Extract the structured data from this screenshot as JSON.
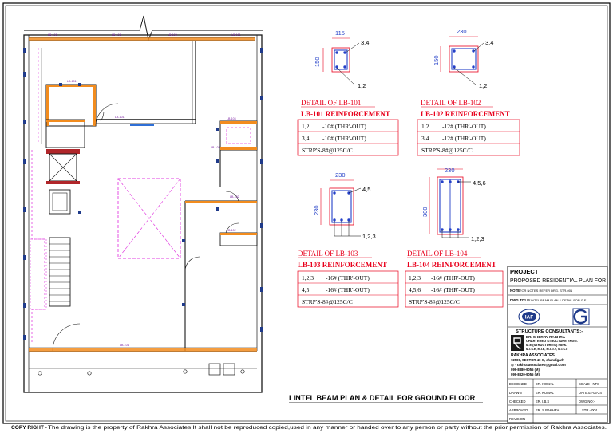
{
  "plan": {
    "beam_labels": [
      "LB-101",
      "LB-101",
      "LB-103",
      "LB-101",
      "LB-101",
      "LB-101",
      "LB-103",
      "LB-103",
      "LB-102",
      "LB-102",
      "LB-101"
    ],
    "title": "LINTEL BEAM PLAN & DETAIL FOR GROUND FLOOR"
  },
  "details": [
    {
      "id": "lb101",
      "title": "DETAIL OF LB-101",
      "heading": "LB-101 REINFORCEMENT",
      "width": "115",
      "depth": "150",
      "top_callout": "3,4",
      "bottom_callout": "1,2",
      "rows": [
        {
          "bars": "1,2",
          "spec": "-10# (THR'-OUT)"
        },
        {
          "bars": "3,4",
          "spec": "-10# (THR'-OUT)"
        }
      ],
      "stirrups": "STRP'S-8#@125C/C"
    },
    {
      "id": "lb102",
      "title": "DETAIL OF LB-102",
      "heading": "LB-102 REINFORCEMENT",
      "width": "230",
      "depth": "150",
      "top_callout": "3,4",
      "bottom_callout": "1,2",
      "rows": [
        {
          "bars": "1,2",
          "spec": "-12# (THR'-OUT)"
        },
        {
          "bars": "3,4",
          "spec": "-12# (THR'-OUT)"
        }
      ],
      "stirrups": "STRP'S-8#@125C/C"
    },
    {
      "id": "lb103",
      "title": "DETAIL OF LB-103",
      "heading": "LB-103 REINFORCEMENT",
      "width": "230",
      "depth": "230",
      "top_callout": "4,5",
      "bottom_callout": "1,2,3",
      "rows": [
        {
          "bars": "1,2,3",
          "spec": "-16# (THR'-OUT)"
        },
        {
          "bars": "4,5",
          "spec": "-16# (THR'-OUT)"
        }
      ],
      "stirrups": "STRP'S-8#@125C/C"
    },
    {
      "id": "lb104",
      "title": "DETAIL OF LB-104",
      "heading": "LB-104 REINFORCEMENT",
      "width": "230",
      "depth": "300",
      "top_callout": "4,5,6",
      "bottom_callout": "1,2,3",
      "rows": [
        {
          "bars": "1,2,3",
          "spec": "-16# (THR'-OUT)"
        },
        {
          "bars": "4,5,6",
          "spec": "-16# (THR'-OUT)"
        }
      ],
      "stirrups": "STRP'S-8#@125C/C"
    }
  ],
  "title_block": {
    "project_label": "PROJECT",
    "project_name": "PROPOSED RESIDENTIAL PLAN FOR",
    "note_label": "NOTE:",
    "note_text": "FOR NOTES REFER DRG. STR-001",
    "dwg_title_label": "DWG TITLE:",
    "dwg_title_text": "LINTEL BEAM PLAN & DETAIL FOR G.F.",
    "logo_left": "IAF",
    "consultants_label": "STRUCTURE CONSULTANTS:-",
    "engineer_lines": [
      "ER. SHERRY RAKHRA",
      "CHARTERED STRUCTURE ENGG.",
      "M.E (STRUCTURES ) hons.",
      "M.I.S.E, M.I.E, M.I.G.V, M.I.C.I"
    ],
    "firm_lines": [
      "RAKHRA ASSOCIATES",
      "#2500, SECTOR-40-C, chandigarh",
      "@ - rakhra.associates@gmail.Com",
      "099-8880-9055 (M)",
      "099-8820-9055 (M)"
    ],
    "rows": [
      {
        "label": "DESIGNED",
        "name": "ER. KOMAL",
        "meta": "SCALE - NTS"
      },
      {
        "label": "DRAWN",
        "name": "ER. KOMAL",
        "meta": "DATE:02-03-24"
      },
      {
        "label": "CHECKED",
        "name": "ER. I.B.S",
        "meta": "DWG NO:-"
      },
      {
        "label": "APPROVED",
        "name": "ER. S.RAKHRA",
        "meta": "STR - 004"
      },
      {
        "label": "REVISION",
        "name": "",
        "meta": ""
      }
    ]
  },
  "copyright": {
    "label": "COPY RIGHT -",
    "text": "The drawing is the property of Rakhra Associates.It shall not be reproduced copied,used in any manner or handed  over to any person  or party without the prior permission  of Rakhra Associates."
  },
  "colors": {
    "beam": "#f28c1e",
    "wall": "#1a1a1a",
    "void": "#e23fe0",
    "detail_red": "#e8001c",
    "window": "#2f6fd6",
    "lintel_brown": "#b0262a",
    "bar": "#2440c8"
  }
}
